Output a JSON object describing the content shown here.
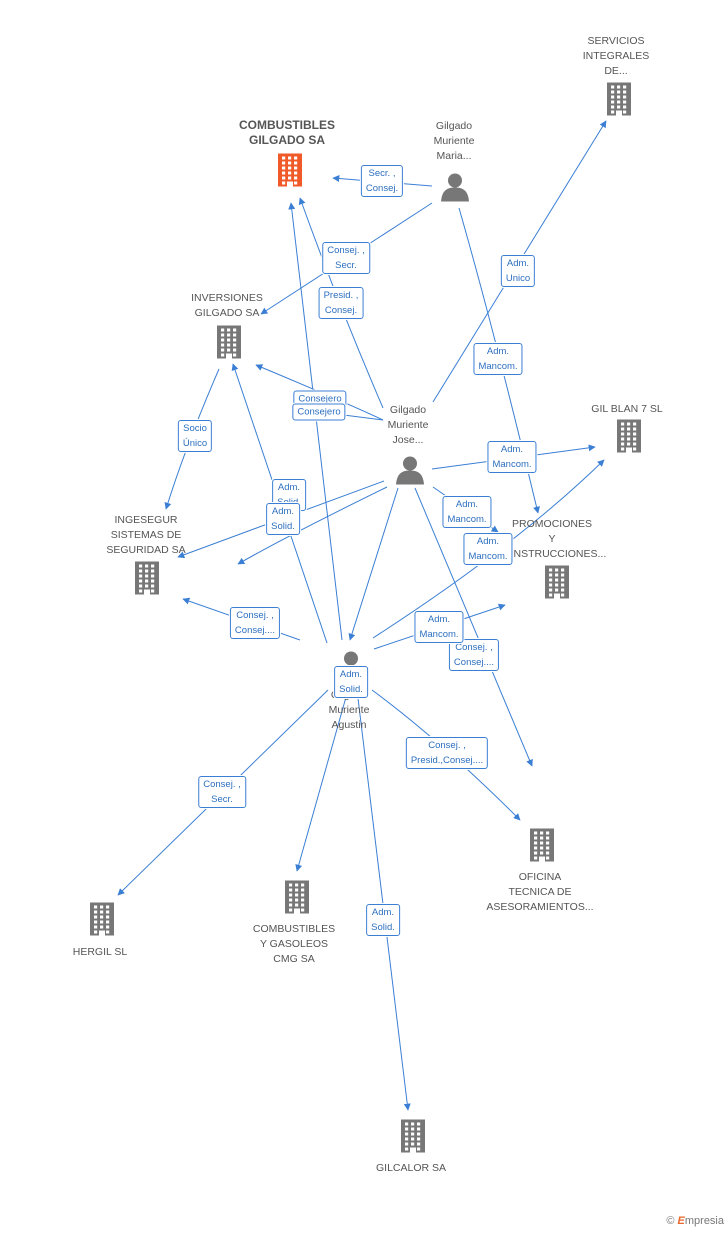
{
  "colors": {
    "edge": "#3b7fd4",
    "building": "#777777",
    "building_main": "#f05a28",
    "person": "#777777"
  },
  "nodes": [
    {
      "id": "combustibles_gilgado",
      "label": "COMBUSTIBLES\nGILGADO SA",
      "kind": "company",
      "main": true
    },
    {
      "id": "servicios",
      "label": "SERVICIOS\nINTEGRALES\nDE...",
      "kind": "company"
    },
    {
      "id": "gilgado_maria",
      "label": "Gilgado\nMuriente\nMaria...",
      "kind": "person"
    },
    {
      "id": "inversiones",
      "label": "INVERSIONES\nGILGADO SA",
      "kind": "company"
    },
    {
      "id": "gilgado_jose",
      "label": "Gilgado\nMuriente\nJose...",
      "kind": "person"
    },
    {
      "id": "gilblan",
      "label": "GIL BLAN 7 SL",
      "kind": "company"
    },
    {
      "id": "ingesegur",
      "label": "INGESEGUR\nSISTEMAS DE\nSEGURIDAD SA",
      "kind": "company"
    },
    {
      "id": "promociones",
      "label": "PROMOCIONES\nY\nCONSTRUCCIONES...",
      "kind": "company"
    },
    {
      "id": "agustin",
      "label": "Gilgado\nMuriente\nAgustin",
      "kind": "person"
    },
    {
      "id": "oficina",
      "label": "OFICINA\nTECNICA DE\nASESORAMIENTOS...",
      "kind": "company"
    },
    {
      "id": "hergil",
      "label": "HERGIL SL",
      "kind": "company"
    },
    {
      "id": "cmg",
      "label": "COMBUSTIBLES\nY GASOLEOS\nCMG SA",
      "kind": "company"
    },
    {
      "id": "gilcalor",
      "label": "GILCALOR SA",
      "kind": "company"
    }
  ],
  "edge_labels": [
    "Secr. ,\nConsej.",
    "Consej. ,\nSecr.",
    "Presid. ,\nConsej.",
    "Adm.\nUnico",
    "Adm.\nMancom.",
    "Consejero",
    "Consejero",
    "Socio\nÚnico",
    "Adm.\nMancom.",
    "Consej. ,\nConsej....",
    "Adm.\nSolid.",
    "Adm.\nMancom.",
    "Adm.\nMancom.",
    "Adm.\nSolid.",
    "Adm.\nMancom.",
    "Consej. ,\nConsej....",
    "Adm.\nSolid.",
    "Consej. ,\nPresid.,Consej....",
    "Consej. ,\nSecr.",
    "Adm.\nSolid."
  ],
  "footer": {
    "copyright": "©",
    "brand_e": "E",
    "brand_rest": "mpresia"
  }
}
